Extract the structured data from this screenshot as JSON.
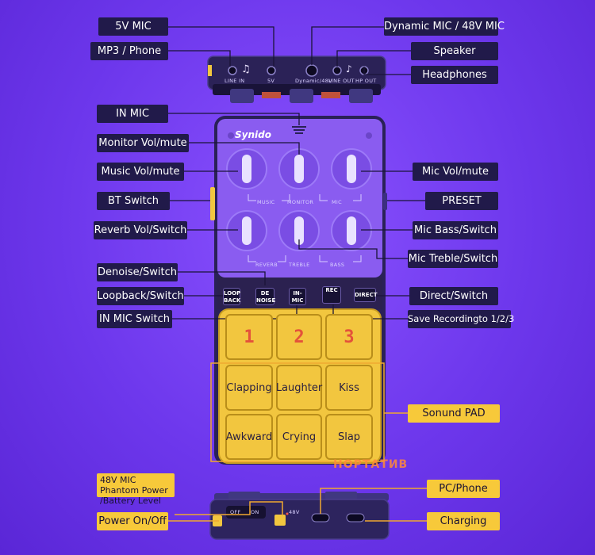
{
  "labels": {
    "mic5v": "5V MIC",
    "mp3": "MP3 / Phone",
    "dynamic": "Dynamic MIC / 48V MIC",
    "speaker": "Speaker",
    "headphones": "Headphones",
    "in_mic": "IN MIC",
    "monitor": "Monitor Vol/mute",
    "music": "Music Vol/mute",
    "mic_vol": "Mic Vol/mute",
    "bt": "BT Switch",
    "preset": "PRESET",
    "reverb": "Reverb Vol/Switch",
    "bass": "Mic Bass/Switch",
    "treble": "Mic Treble/Switch",
    "denoise": "Denoise/Switch",
    "loopback": "Loopback/Switch",
    "direct": "Direct/Switch",
    "inmic_switch": "IN MIC Switch",
    "save": "Save Recordingto 1/2/3",
    "sound_pad": "Sonund PAD",
    "phantom": "48V MIC Phantom Power\n/Battery Level",
    "pc_phone": "PC/Phone",
    "power": "Power On/Off",
    "charging": "Charging"
  },
  "device": {
    "brand": "Synido",
    "ports": [
      "LINE IN",
      "5V",
      "Dynamic/48V",
      "LINE OUT",
      "HP OUT"
    ],
    "knob_labels_top": [
      "MUSIC",
      "MONITOR",
      "MIC"
    ],
    "knob_labels_bottom": [
      "REVERB",
      "TREBLE",
      "BASS"
    ],
    "buttons": [
      "LOOP BACK",
      "DE NOISE",
      "IN- MIC",
      "REC",
      "DIRECT"
    ],
    "pads": [
      "1",
      "2",
      "3",
      "Clapping",
      "Laughter",
      "Kiss",
      "Awkward",
      "Crying",
      "Slap"
    ],
    "bottom_switch": [
      "OFF",
      "ON"
    ],
    "bottom_48v": "48V"
  },
  "watermark": "НОРТАТИВ",
  "colors": {
    "background": "#6d37ec",
    "label_dark": "#211a4a",
    "label_gold": "#f7c93a",
    "device_purple": "#8a5cf0",
    "pad_yellow": "#f2c63f",
    "line_gold": "#f0a830"
  }
}
